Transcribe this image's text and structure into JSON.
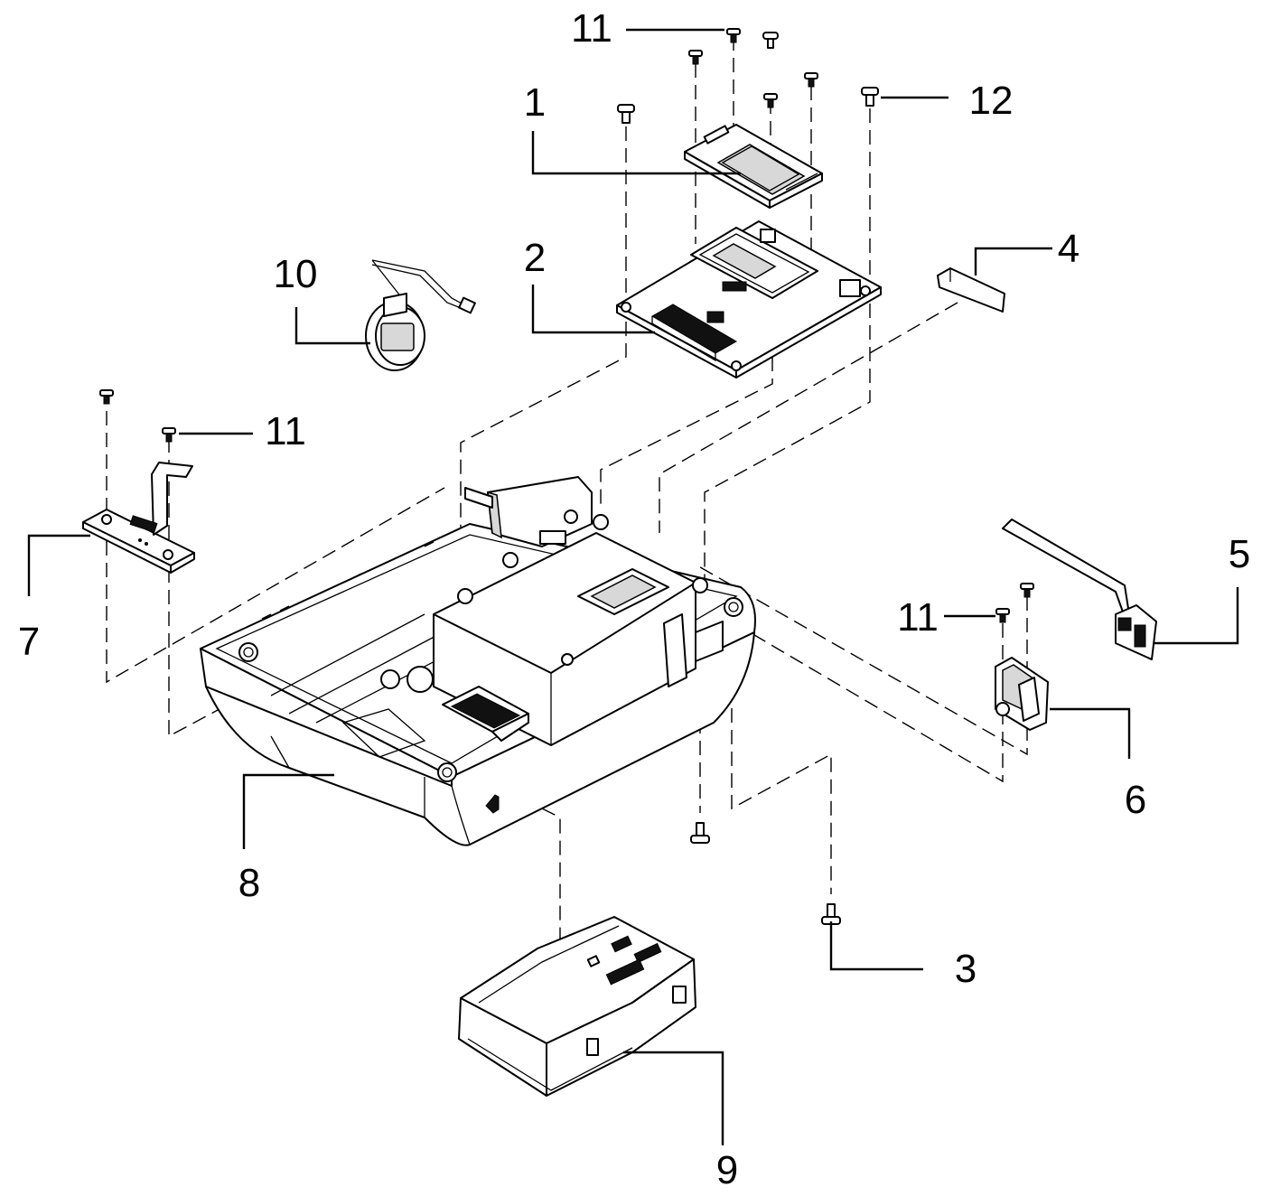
{
  "diagram": {
    "callouts": [
      {
        "id": "c1",
        "text": "1"
      },
      {
        "id": "c2",
        "text": "2"
      },
      {
        "id": "c3",
        "text": "3"
      },
      {
        "id": "c4",
        "text": "4"
      },
      {
        "id": "c5",
        "text": "5"
      },
      {
        "id": "c6",
        "text": "6"
      },
      {
        "id": "c7",
        "text": "7"
      },
      {
        "id": "c8",
        "text": "8"
      },
      {
        "id": "c9",
        "text": "9"
      },
      {
        "id": "c10",
        "text": "10"
      },
      {
        "id": "c11a",
        "text": "11"
      },
      {
        "id": "c11b",
        "text": "11"
      },
      {
        "id": "c11c",
        "text": "11"
      },
      {
        "id": "c12",
        "text": "12"
      }
    ]
  }
}
